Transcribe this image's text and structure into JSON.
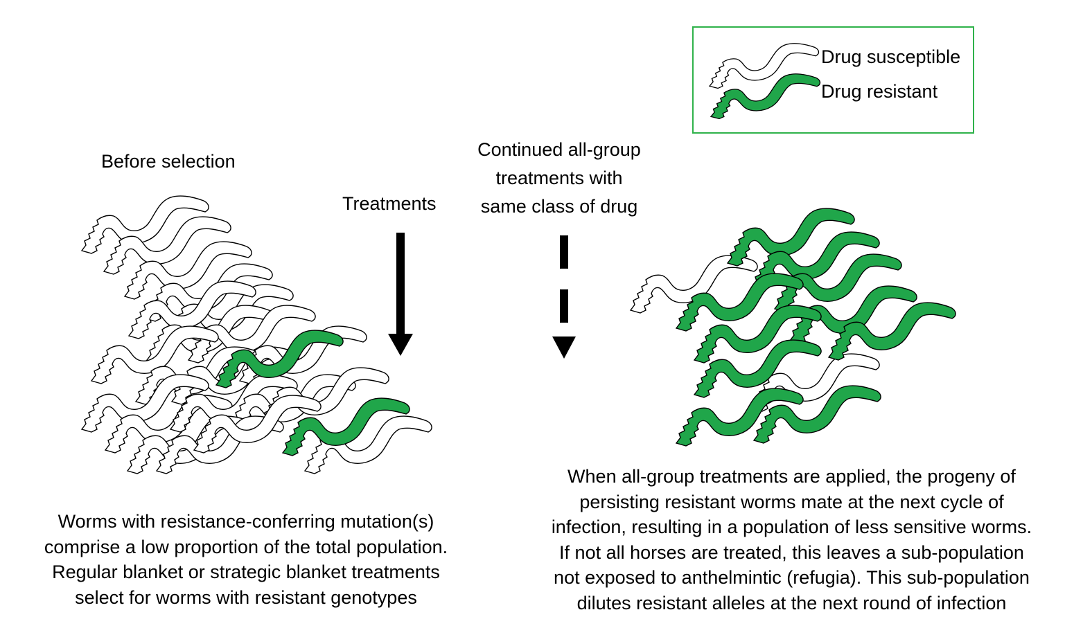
{
  "legend": {
    "susceptible_label": "Drug susceptible",
    "resistant_label": "Drug resistant",
    "border_color": "#2fb24a"
  },
  "colors": {
    "resistant_fill": "#20a64a",
    "susceptible_fill": "#ffffff",
    "outline": "#000000"
  },
  "left": {
    "heading": "Before selection",
    "arrow_label": "Treatments",
    "caption_lines": [
      "Worms with resistance-conferring mutation(s)",
      "comprise a low proportion of the total population.",
      "Regular blanket or strategic blanket treatments",
      "select for worms with resistant genotypes"
    ]
  },
  "right": {
    "arrow_label_lines": [
      "Continued all-group",
      "treatments with",
      "same class of drug"
    ],
    "caption_lines": [
      "When all-group treatments are applied, the progeny of",
      "persisting resistant worms mate at the next cycle of",
      "infection, resulting in a population of less sensitive worms.",
      "If not all horses are treated, this leaves a sub-population",
      "not exposed to anthelmintic (refugia). This sub-population",
      "dilutes resistant alleles at the next round of infection"
    ]
  }
}
